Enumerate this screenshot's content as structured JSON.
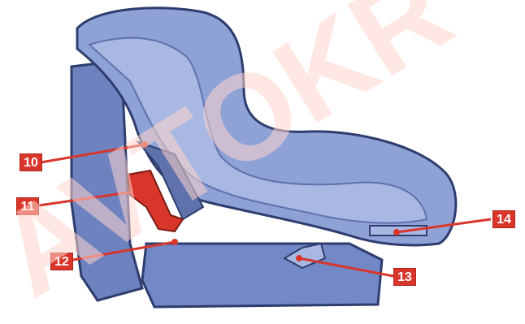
{
  "watermark": {
    "text": "AVTOKR",
    "color": "#ffd5cc"
  },
  "colors": {
    "seat_fill": "#8fa2d6",
    "seat_light": "#a9b8e2",
    "seat_dark": "#5f72ac",
    "outline": "#2e3d6e",
    "accent_red": "#d9362b"
  },
  "callouts": [
    {
      "id": "10",
      "label": "10",
      "part": "harness-slot"
    },
    {
      "id": "11",
      "label": "11",
      "part": "red-belt-guide"
    },
    {
      "id": "12",
      "label": "12",
      "part": "seat-base-belt-path"
    },
    {
      "id": "13",
      "label": "13",
      "part": "recline-lever"
    },
    {
      "id": "14",
      "label": "14",
      "part": "rear-lock-bar"
    }
  ]
}
